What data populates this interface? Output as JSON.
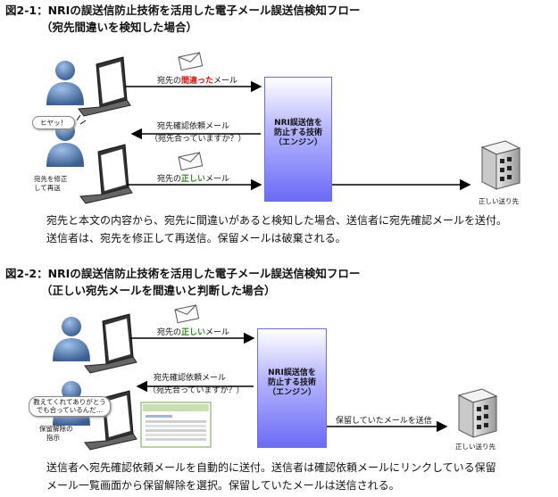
{
  "figure1": {
    "title_line1": "図2-1：NRIの誤送信防止技術を活用した電子メール誤送信検知フロー",
    "title_line2": "（宛先間違いを検知した場合）",
    "msg_top_prefix": "宛先の",
    "msg_top_highlight": "間違った",
    "msg_top_suffix": "メール",
    "confirm_line1": "宛先確認依頼メール",
    "confirm_line2": "（宛先合っていますか？）",
    "bubble": "ヒヤッ！",
    "fix_label_line1": "宛先を修正",
    "fix_label_line2": "して再送",
    "msg_bottom_prefix": "宛先の",
    "msg_bottom_highlight": "正しい",
    "msg_bottom_suffix": "メール",
    "engine_line1": "NRI誤送信を",
    "engine_line2": "防止する技術",
    "engine_line3": "（エンジン）",
    "server_label": "正しい送り先",
    "desc_line1": "宛先と本文の内容から、宛先に間違いがあると検知した場合、送信者に宛先確認メールを送付。",
    "desc_line2": "送信者は、宛先を修正して再送信。保留メールは破棄される。"
  },
  "figure2": {
    "title_line1": "図2-2：NRIの誤送信防止技術を活用した電子メール誤送信検知フロー",
    "title_line2": "（正しい宛先メールを間違いと判断した場合）",
    "msg_top_prefix": "宛先の",
    "msg_top_highlight": "正しい",
    "msg_top_suffix": "メール",
    "confirm_line1": "宛先確認依頼メール",
    "confirm_line2": "（宛先合っていますか？）",
    "bubble_line1": "教えてくれてありがとう",
    "bubble_line2": "でも合っているんだ…",
    "release_label_line1": "保留解除の",
    "release_label_line2": "指示",
    "send_label": "保留していたメールを送信",
    "engine_line1": "NRI誤送信を",
    "engine_line2": "防止する技術",
    "engine_line3": "（エンジン）",
    "server_label": "正しい送り先",
    "desc_line1": "送信者へ宛先確認依頼メールを自動的に送付。送信者は確認依頼メールにリンクしている保留",
    "desc_line2": "メール一覧画面から保留解除を選択。保留していたメールは送信される。"
  },
  "colors": {
    "engine_gradient_bottom": "#6b6bf6",
    "highlight_red": "#e01010",
    "highlight_green": "#2c8a1a",
    "person": "#5a7fb0"
  }
}
